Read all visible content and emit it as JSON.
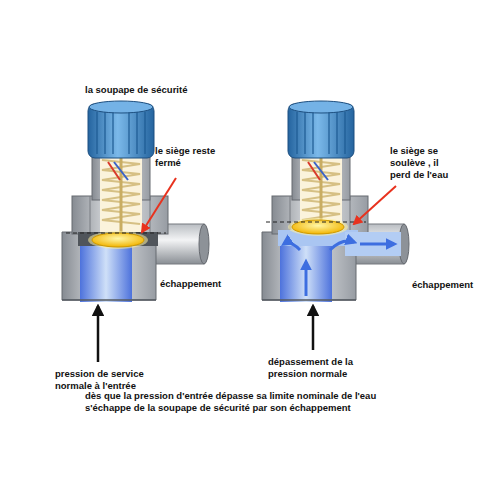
{
  "diagram": {
    "title": "la soupape de sécurité",
    "caption": "dès que la pression d'entrée dépasse sa limite nominale de l'eau s'échappe de la soupape de sécurité par son échappement",
    "labels": [
      "le siège reste fermé",
      "échappement",
      "pression de service normale à l'entrée",
      "le siège se soulève , il perd de l'eau",
      "échappement",
      "dépassement de la pression normale"
    ]
  }
}
